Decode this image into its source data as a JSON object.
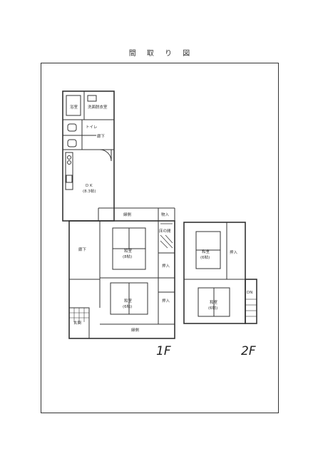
{
  "title": "間 取 り 図",
  "floor1": {
    "label": "1F",
    "rooms": {
      "bath": "浴室",
      "washroom": "洗面脱衣室",
      "toilet": "トイレ",
      "corridor_small": "廊下",
      "dk_name": "D K",
      "dk_size": "(8.3帖)",
      "engawa_top": "縁側",
      "storage_top": "物入",
      "tokonoma": "床の間",
      "hall": "廊下",
      "washitsu1_name": "和室",
      "washitsu1_size": "(8帖)",
      "oshiire1": "押入",
      "washitsu2_name": "和室",
      "washitsu2_size": "(6帖)",
      "oshiire2": "押入",
      "entrance": "玄関",
      "engawa_bottom": "縁側"
    }
  },
  "floor2": {
    "label": "2F",
    "rooms": {
      "washitsu1_name": "和室",
      "washitsu1_size": "(6帖)",
      "oshiire": "押入",
      "washitsu2_name": "和室",
      "washitsu2_size": "(6帖)",
      "stairs_dn": "DN"
    }
  }
}
